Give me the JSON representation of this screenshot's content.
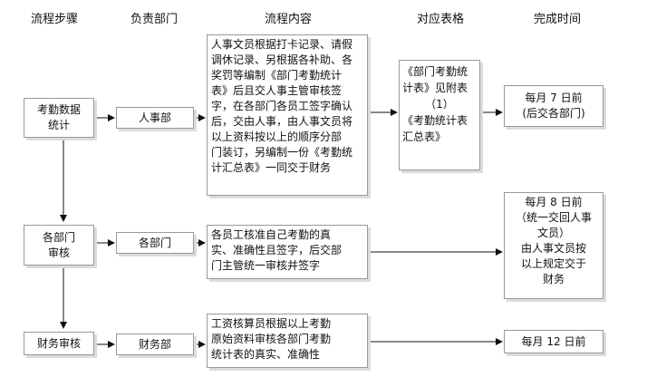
{
  "headers": [
    "流程步骤",
    "负责部门",
    "流程内容",
    "对应表格",
    "完成时间"
  ],
  "rows": [
    {
      "step": [
        "考勤数据",
        "统计"
      ],
      "dept": "人事部",
      "content": [
        "人事文员根据打卡记录、请假",
        "调休记录、另根据各补助、各",
        "奖罚等编制《部门考勤统计",
        "表》后且交人事主管审核签",
        "字，在各部门各员工签字确认",
        "后，交由人事，由人事文员将",
        "以上资料按以上的顺序分部",
        "门装订，另编制一份《考勤统",
        "计汇总表》一同交于财务"
      ],
      "table": [
        "《部门考勤统",
        "计表》见附表",
        "（1）",
        "《考勤统计表",
        "汇总表》"
      ],
      "time": [
        "每月 7 日前",
        "(后交各部门)"
      ]
    },
    {
      "step": [
        "各部门",
        "审核"
      ],
      "dept": "各部门",
      "content": [
        "各员工核准自己考勤的真",
        "实、准确性且签字，后交部",
        "门主管统一审核并签字"
      ],
      "time": [
        "每月 8 日前",
        "（统一交回人事",
        "文员）",
        "由人事文员按",
        "以上规定交于",
        "财务"
      ]
    },
    {
      "step": [
        "财务审核"
      ],
      "dept": "财务部",
      "content": [
        "工资核算员根据以上考勤",
        "原始资料审核各部门考勤",
        "统计表的真实、准确性"
      ],
      "time": [
        "每月 12 日前"
      ]
    }
  ]
}
